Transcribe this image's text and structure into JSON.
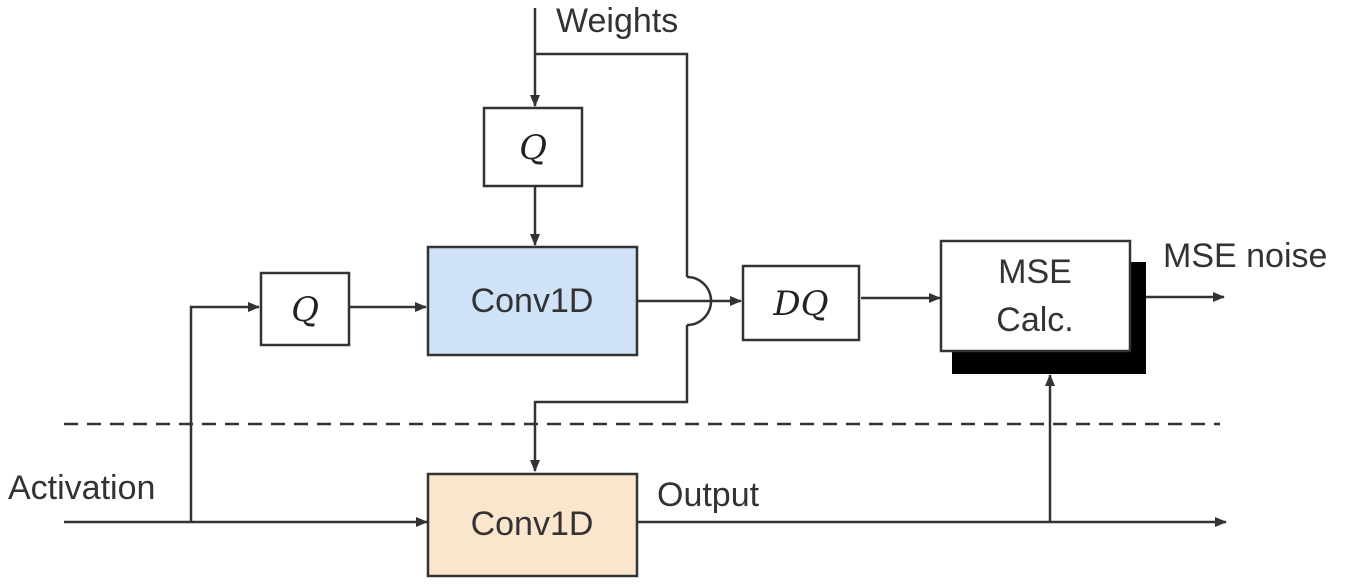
{
  "labels": {
    "weights": "Weights",
    "activation": "Activation",
    "output": "Output",
    "mse_noise": "MSE noise"
  },
  "blocks": {
    "q_weights": "Q",
    "q_activation": "Q",
    "conv_quantized": "Conv1D",
    "conv_float": "Conv1D",
    "dequantize": "DQ",
    "mse_line1": "MSE",
    "mse_line2": "Calc."
  },
  "colors": {
    "conv_quantized_fill": "#cfe2f8",
    "conv_float_fill": "#fce5cd",
    "line": "#333333",
    "mse_shadow": "#000000"
  }
}
